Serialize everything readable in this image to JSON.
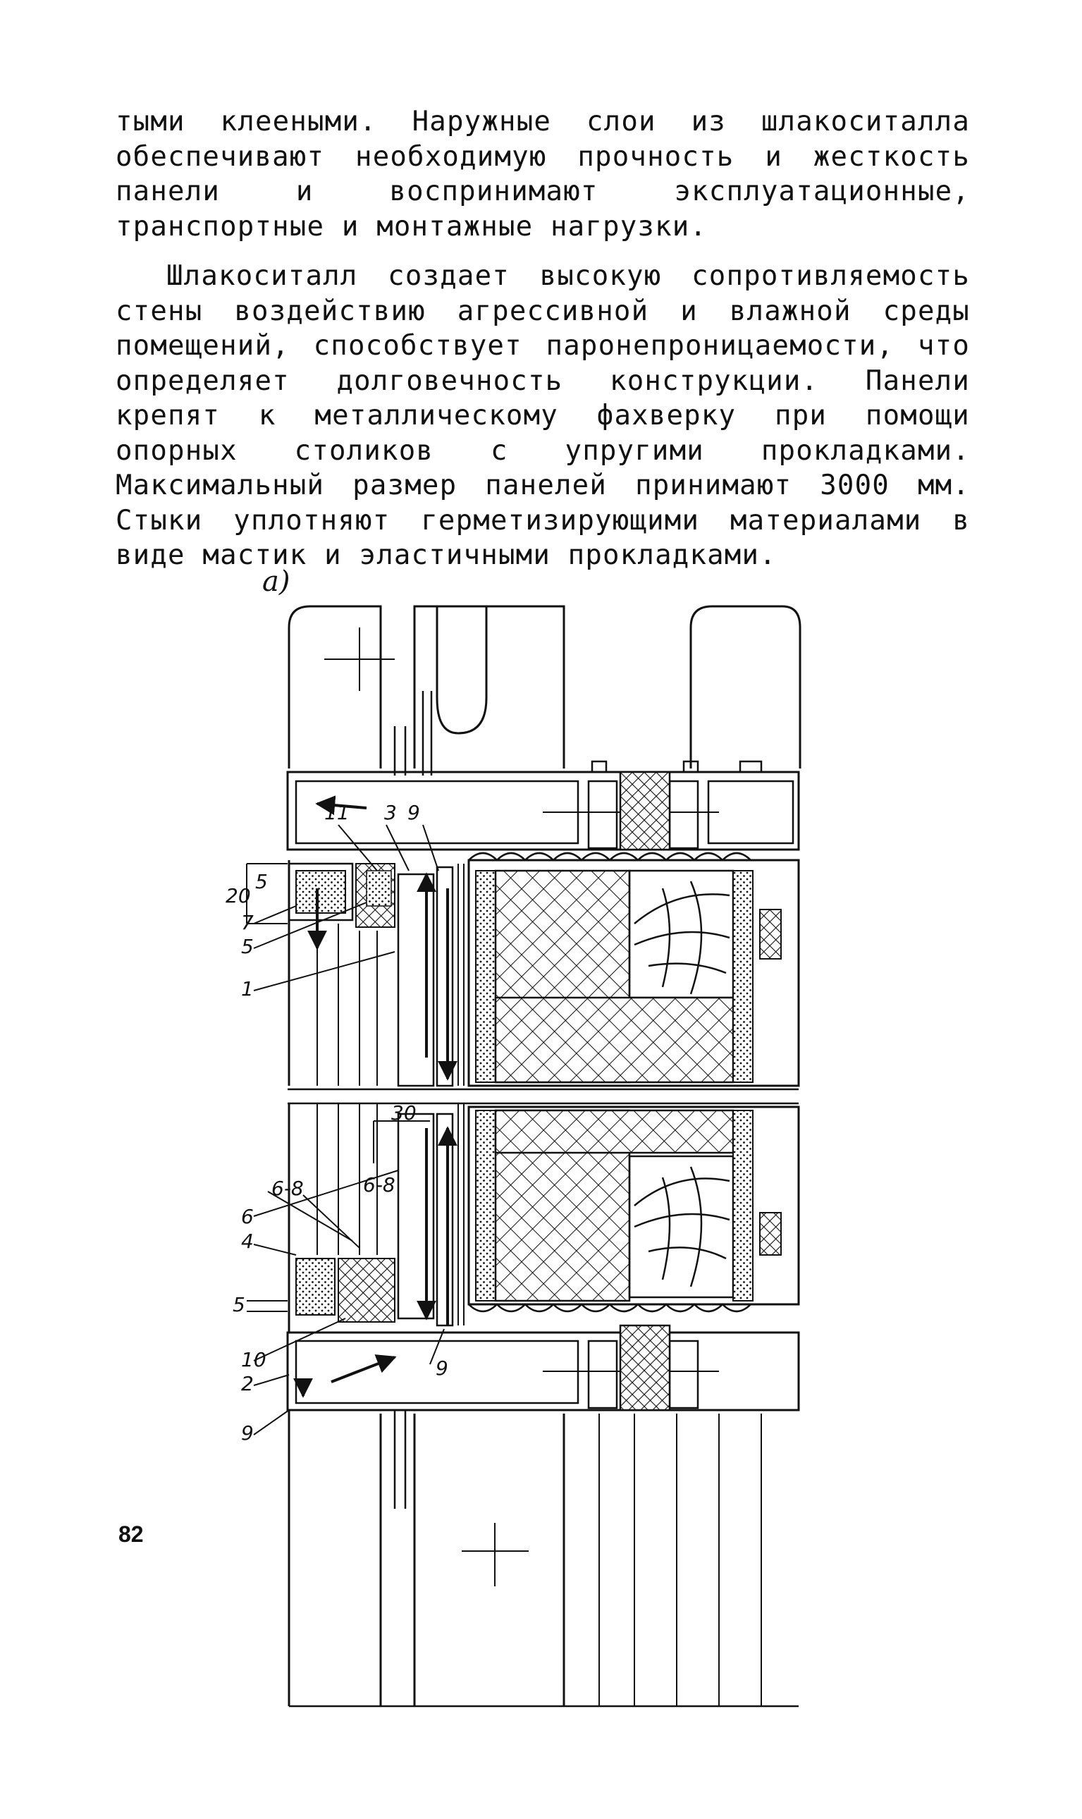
{
  "body_text": {
    "paragraph_1": "тыми клееными. Наружные слои из шлакоситалла обеспечивают необходимую прочность и жесткость панели и воспринимают эксплуатационные, транспортные и монтажные нагрузки.",
    "paragraph_2": "Шлакоситалл создает высокую сопротивляемость стены воздействию агрессивной и влажной среды помещений, способствует паронепроницаемости, что определяет долговечность конструкции. Панели крепят к металлическому фахверку при помощи опорных столиков с упругими прокладками. Максимальный размер панелей принимают 3000 мм. Стыки уплотняют герметизирующими материалами в виде мастик и эластичными прокладками."
  },
  "figure": {
    "label": "а)",
    "callouts": {
      "c11": "11",
      "c3": "3",
      "c9_top": "9",
      "c20": "20",
      "c5_top": "5",
      "c7": "7",
      "c5_left": "5",
      "c1": "1",
      "c30": "30",
      "c6": "6",
      "c6_8_a": "6-8",
      "c6_8_b": "6-8",
      "c4": "4",
      "c5_bottom": "5",
      "c9_mid": "9",
      "c10": "10",
      "c2": "2",
      "c9_bottom": "9"
    }
  },
  "page_number": "82"
}
